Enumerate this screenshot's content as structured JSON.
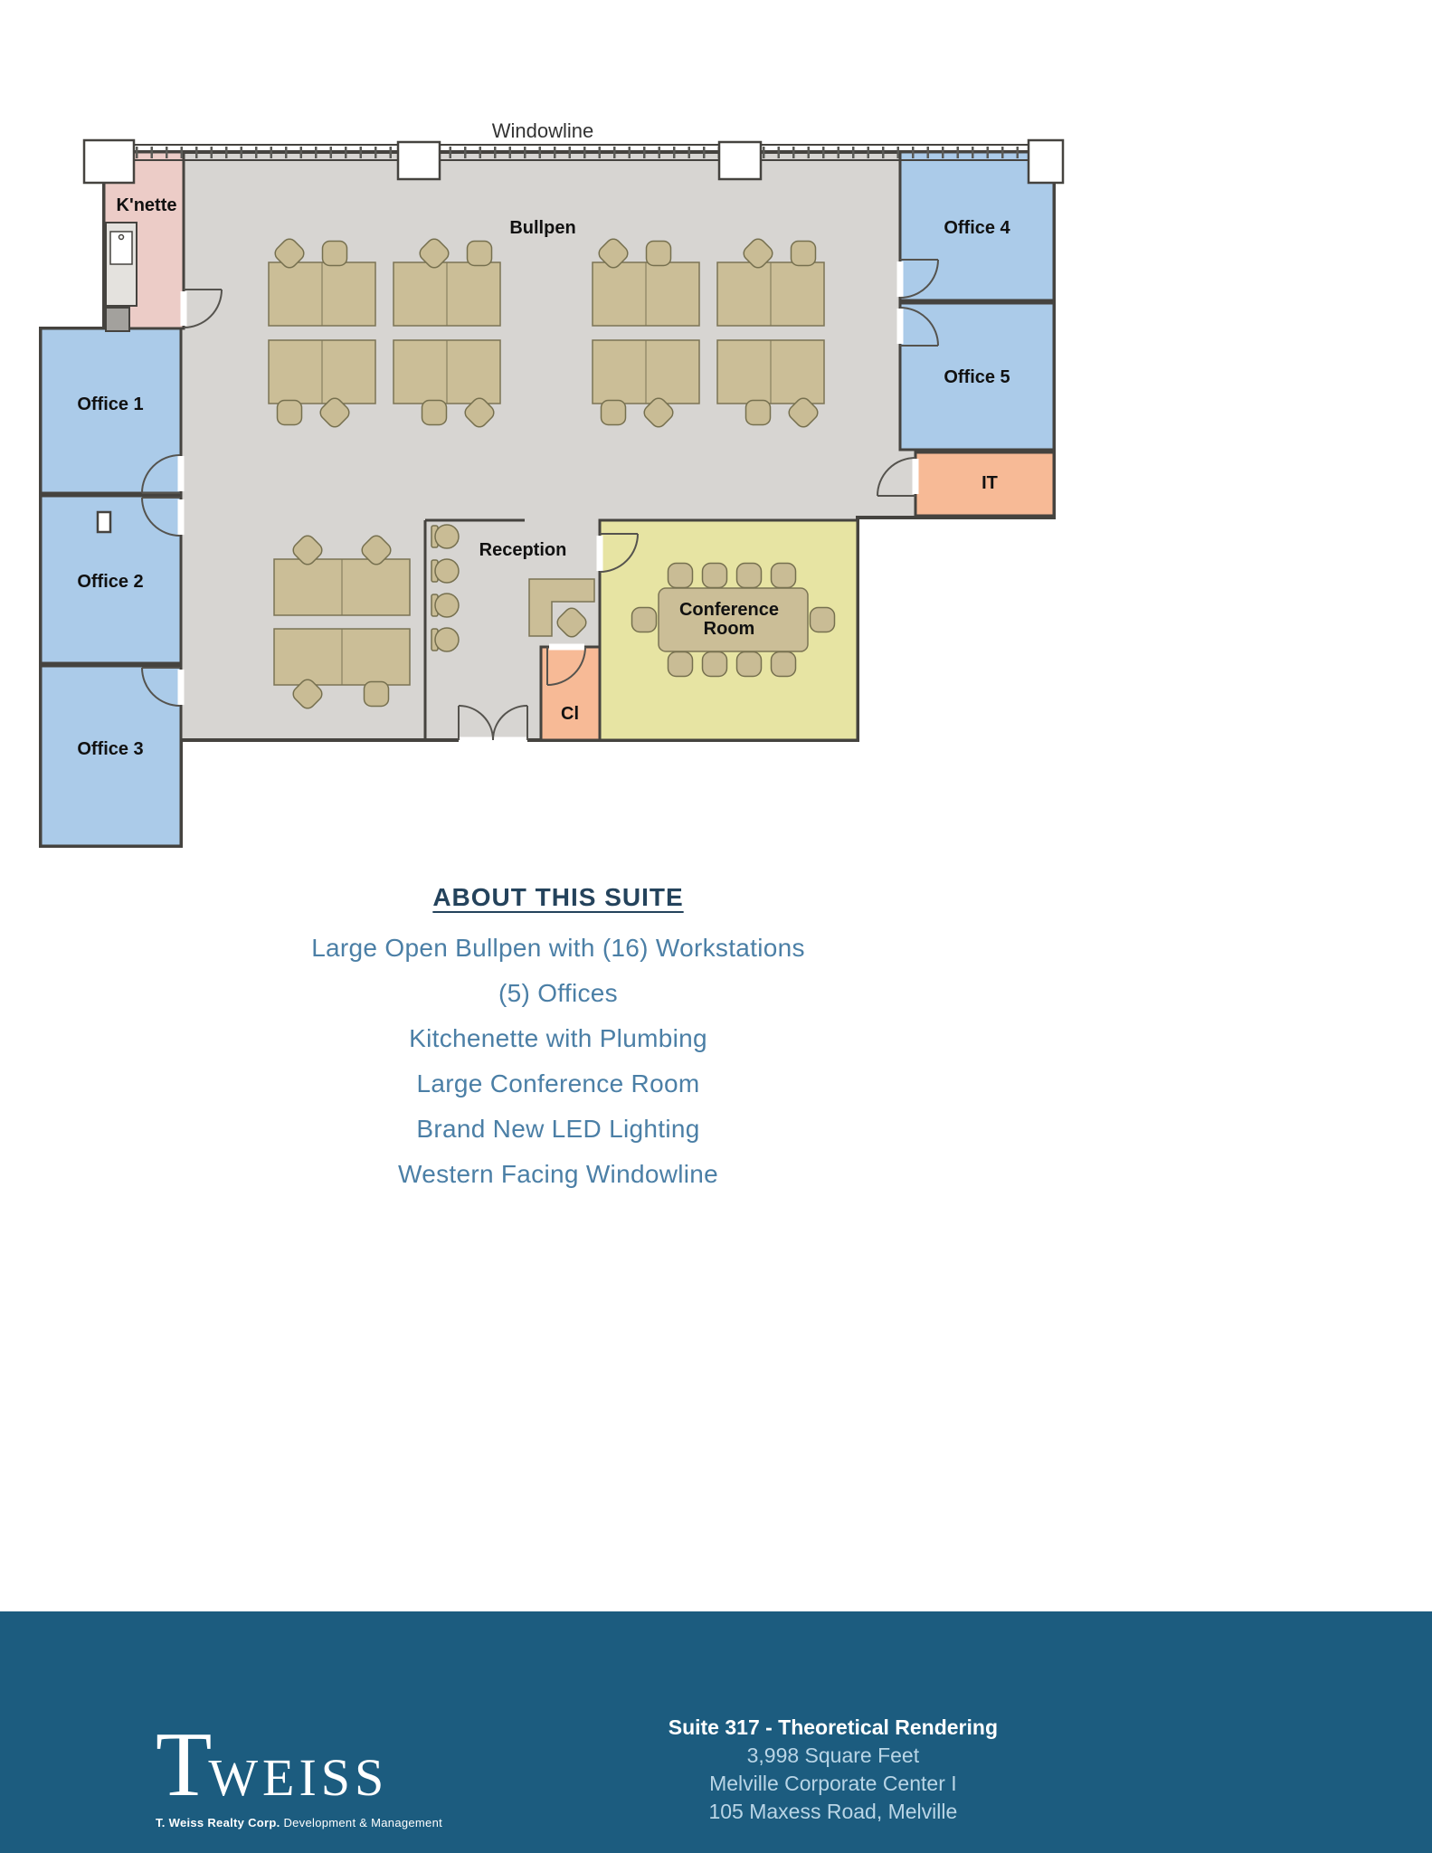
{
  "floorplan": {
    "windowline": "Windowline",
    "rooms": {
      "knette": "K'nette",
      "bullpen": "Bullpen",
      "office1": "Office 1",
      "office2": "Office 2",
      "office3": "Office 3",
      "office4": "Office 4",
      "office5": "Office 5",
      "it": "IT",
      "reception": "Reception",
      "conference_line1": "Conference",
      "conference_line2": "Room",
      "closet": "Cl"
    }
  },
  "about": {
    "title": "ABOUT THIS SUITE",
    "features": [
      "Large Open Bullpen with (16) Workstations",
      "(5) Offices",
      "Kitchenette with Plumbing",
      "Large Conference Room",
      "Brand New LED Lighting",
      "Western Facing Windowline"
    ]
  },
  "footer": {
    "logo_t": "T",
    "logo_rest": "weiss",
    "logo_sub_bold": "T. Weiss Realty Corp.",
    "logo_sub_rest": " Development & Management",
    "suite_line": "Suite 317 - Theoretical Rendering",
    "detail_lines": [
      "3,998 Square Feet",
      "Melville Corporate Center I",
      "105 Maxess Road, Melville"
    ]
  },
  "colors": {
    "office_blue": "#abcbe9",
    "kitchen_pink": "#ecccc7",
    "utility_orange": "#f7ba96",
    "conference_yellow": "#e7e4a3",
    "floor_gray": "#d7d5d2",
    "desk_tan": "#cbbe97",
    "footer_navy": "#1c5c7f",
    "accent_blue": "#4b7fa6"
  }
}
